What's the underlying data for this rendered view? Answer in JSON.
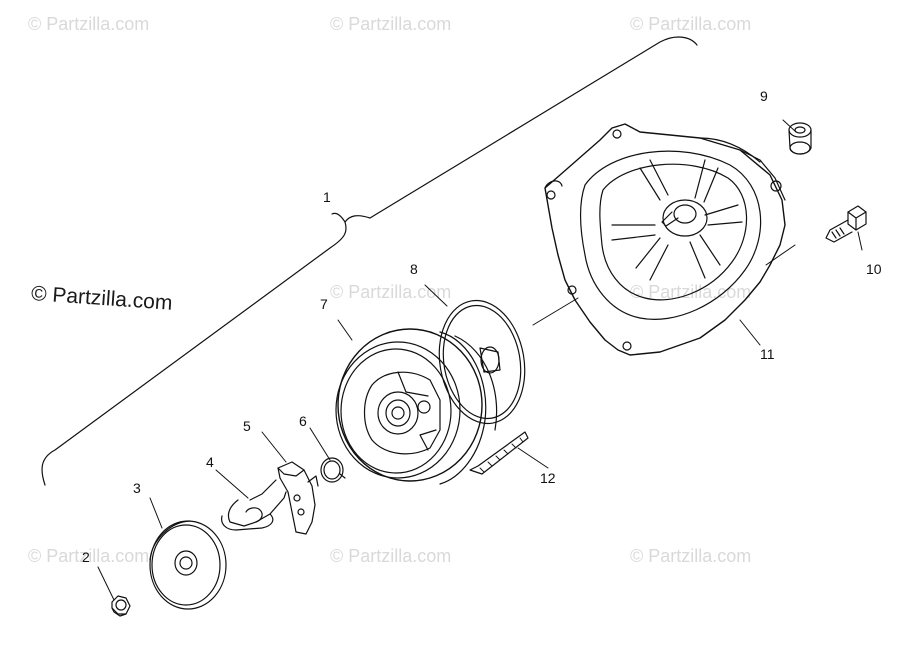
{
  "watermarks": [
    "© Partzilla.com",
    "© Partzilla.com",
    "© Partzilla.com",
    "© Partzilla.com",
    "© Partzilla.com",
    "© Partzilla.com",
    "© Partzilla.com",
    "© Partzilla.com"
  ],
  "main_watermark": "© Partzilla.com",
  "callouts": {
    "c1": "1",
    "c2": "2",
    "c3": "3",
    "c4": "4",
    "c5": "5",
    "c6": "6",
    "c7": "7",
    "c8": "8",
    "c9": "9",
    "c10": "10",
    "c11": "11",
    "c12": "12"
  },
  "colors": {
    "line": "#111111",
    "watermark": "#d9d9d9"
  }
}
